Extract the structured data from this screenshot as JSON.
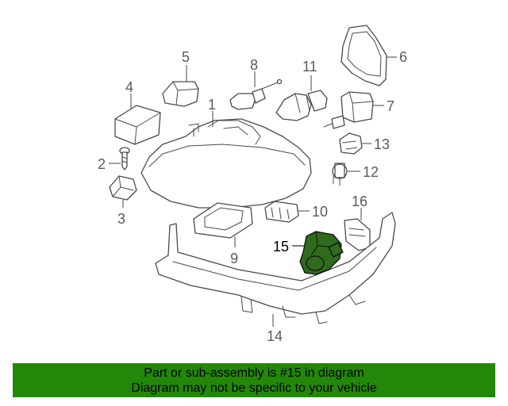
{
  "diagram": {
    "callouts": [
      "1",
      "2",
      "3",
      "4",
      "5",
      "6",
      "7",
      "8",
      "9",
      "10",
      "11",
      "12",
      "13",
      "14",
      "15",
      "16"
    ],
    "highlighted_part": "15"
  },
  "banner": {
    "line1": "Part or sub-assembly is #15 in diagram",
    "line2": "Diagram may not be specific to your vehicle",
    "background_color": "#238708"
  }
}
